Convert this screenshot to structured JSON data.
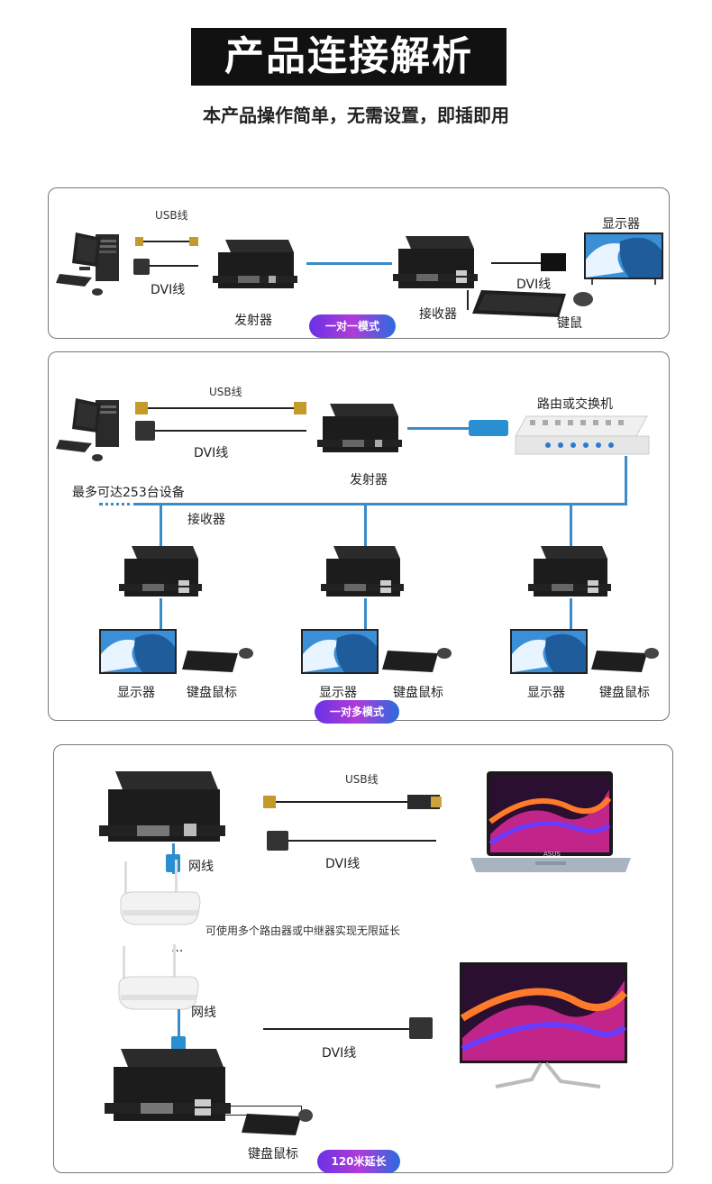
{
  "header": {
    "title": "产品连接解析",
    "subtitle": "本产品操作简单，无需设置，即插即用"
  },
  "panel1": {
    "usb_label": "USB线",
    "dvi_label": "DVI线",
    "transmitter_label": "发射器",
    "receiver_label": "接收器",
    "dvi_out_label": "DVI线",
    "monitor_label": "显示器",
    "kbm_label": "键鼠",
    "badge": "一对一模式"
  },
  "panel2": {
    "usb_label": "USB线",
    "dvi_label": "DVI线",
    "transmitter_label": "发射器",
    "router_label": "路由或交换机",
    "max_label": "最多可达253台设备",
    "receiver_label": "接收器",
    "units": [
      {
        "monitor": "显示器",
        "kbm": "键盘鼠标"
      },
      {
        "monitor": "显示器",
        "kbm": "键盘鼠标"
      },
      {
        "monitor": "显示器",
        "kbm": "键盘鼠标"
      }
    ],
    "badge": "一对多模式"
  },
  "panel3": {
    "usb_label": "USB线",
    "dvi_label_top": "DVI线",
    "net_label_1": "网线",
    "repeat_note": "可使用多个路由器或中继器实现无限延长",
    "ellipsis": "...",
    "net_label_2": "网线",
    "dvi_label_bottom": "DVI线",
    "kbm_label": "键盘鼠标",
    "badge": "120米延长",
    "laptop_brand": "ASUS"
  },
  "colors": {
    "network_cable": "#3a8bc7",
    "device_body": "#1c1c1c",
    "badge_start": "#6a32e6",
    "badge_end": "#2b6be0"
  }
}
